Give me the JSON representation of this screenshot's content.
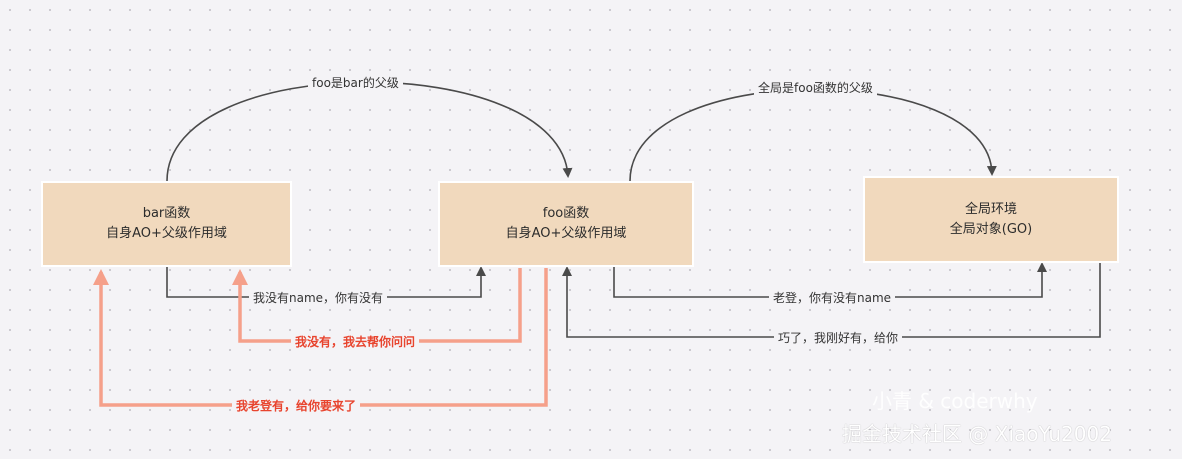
{
  "nodes": {
    "bar": {
      "title": "bar函数",
      "subtitle": "自身AO+父级作用域"
    },
    "foo": {
      "title": "foo函数",
      "subtitle": "自身AO+父级作用域"
    },
    "global": {
      "title": "全局环境",
      "subtitle": "全局对象(GO)"
    }
  },
  "edges": {
    "foo_parent_of_bar": "foo是bar的父级",
    "global_parent_of_foo": "全局是foo函数的父级",
    "bar_ask_foo": "我没有name，你有没有",
    "foo_reply_bar": "我没有，我去帮你问问",
    "foo_ask_global": "老登，你有没有name",
    "global_reply_foo": "巧了，我刚好有，给你",
    "foo_give_bar": "我老登有，给你要来了"
  },
  "watermark": {
    "line1": "小青 & coderwhy",
    "line2": "掘金技术社区 @ XiaoYu2002"
  },
  "colors": {
    "node_fill": "#f1d9bd",
    "dark_arrow": "#4a4a4a",
    "salmon_arrow": "#f5a08a",
    "red_text": "#e8442e"
  }
}
